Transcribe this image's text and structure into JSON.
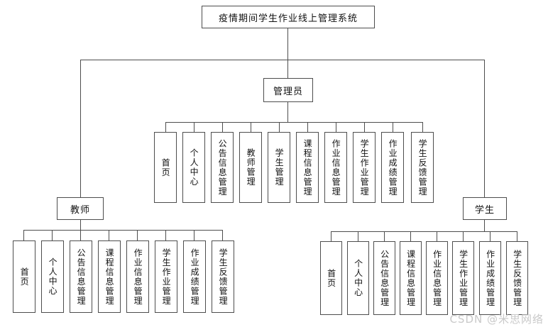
{
  "diagram": {
    "type": "org-tree",
    "title_node": {
      "label": "疫情期间学生作业线上管理系统"
    },
    "roles": {
      "admin": {
        "label": "管理员"
      },
      "teacher": {
        "label": "教师"
      },
      "student": {
        "label": "学生"
      }
    },
    "admin_children": [
      {
        "label": "首页"
      },
      {
        "label": "个人中心"
      },
      {
        "label": "公告信息管理"
      },
      {
        "label": "教师管理"
      },
      {
        "label": "学生管理"
      },
      {
        "label": "课程信息管理"
      },
      {
        "label": "作业信息管理"
      },
      {
        "label": "学生作业管理"
      },
      {
        "label": "作业成绩管理"
      },
      {
        "label": "学生反馈管理"
      }
    ],
    "teacher_children": [
      {
        "label": "首页"
      },
      {
        "label": "个人中心"
      },
      {
        "label": "公告信息管理"
      },
      {
        "label": "课程信息管理"
      },
      {
        "label": "作业信息管理"
      },
      {
        "label": "学生作业管理"
      },
      {
        "label": "作业成绩管理"
      },
      {
        "label": "学生反馈管理"
      }
    ],
    "student_children": [
      {
        "label": "首页"
      },
      {
        "label": "个人中心"
      },
      {
        "label": "公告信息管理"
      },
      {
        "label": "课程信息管理"
      },
      {
        "label": "作业信息管理"
      },
      {
        "label": "学生作业管理"
      },
      {
        "label": "作业成绩管理"
      },
      {
        "label": "学生反馈管理"
      }
    ],
    "watermark": {
      "text": "CSDN @米思网络"
    },
    "colors": {
      "line": "#4d4d4d",
      "box_fill": "#ffffff",
      "text": "#111111",
      "watermark": "#c9c9c9"
    }
  }
}
